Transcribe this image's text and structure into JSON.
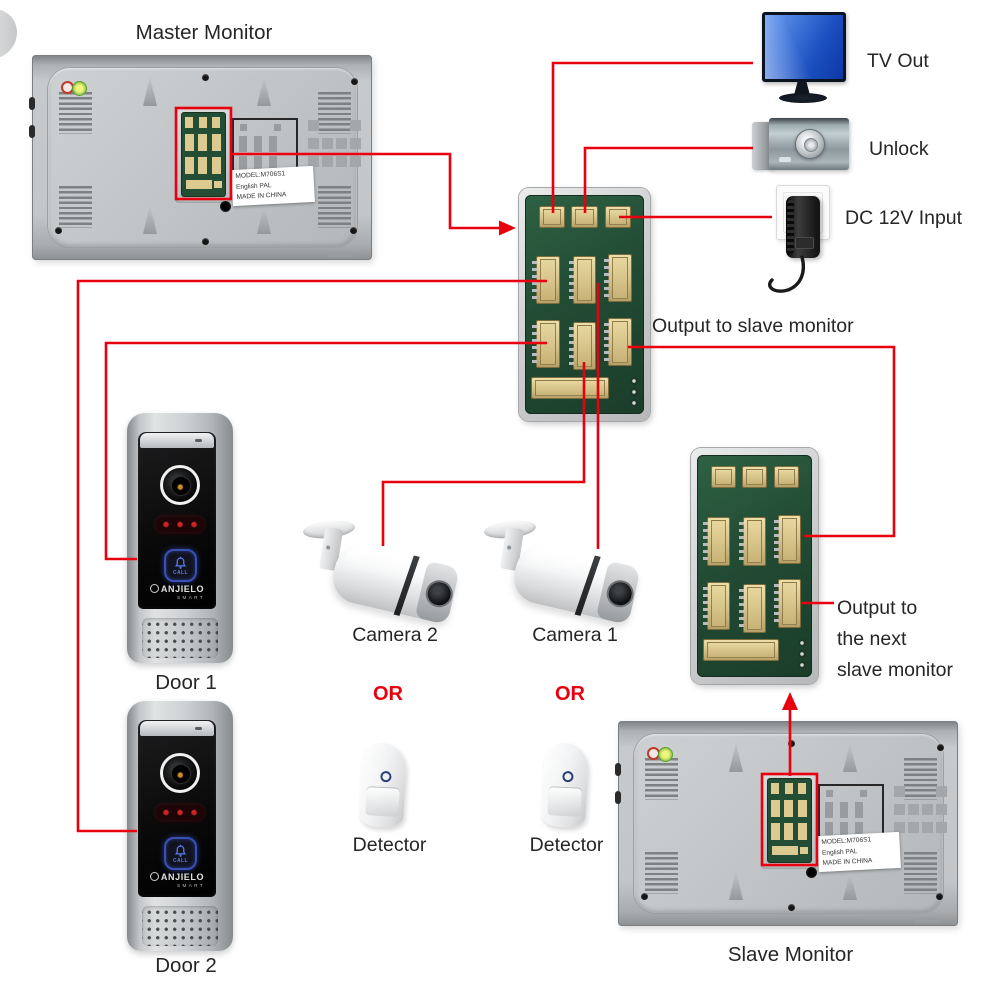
{
  "theme": {
    "accent_red": "#e8000f",
    "text_color": "#262626",
    "background": "#ffffff",
    "pcb_green": "#234d35",
    "connector_tan": "#d9c48b",
    "tv_screen_blue": "#2f66d8",
    "call_button_blue": "#5d79e8"
  },
  "master_monitor": {
    "title": "Master Monitor",
    "label_line1": "MODEL:M706S1",
    "label_line2": "English PAL",
    "label_line3": "MADE IN CHINA"
  },
  "slave_monitor": {
    "title": "Slave Monitor",
    "label_line1": "MODEL:M706S1",
    "label_line2": "English PAL",
    "label_line3": "MADE IN CHINA"
  },
  "peripherals": {
    "tv_out": "TV Out",
    "unlock": "Unlock",
    "dc_input": "DC 12V Input"
  },
  "connections": {
    "output_to_slave": "Output to slave monitor",
    "output_to_next_line1": "Output to",
    "output_to_next_line2": "the next",
    "output_to_next_line3": "slave monitor"
  },
  "door_stations": {
    "door1": "Door 1",
    "door2": "Door 2",
    "call_button": "CALL",
    "brand": "ANJIELO",
    "brand_sub": "SMART"
  },
  "cameras": {
    "camera1": "Camera 1",
    "camera2": "Camera 2"
  },
  "alternatives": {
    "or_left": "OR",
    "or_right": "OR"
  },
  "detectors": {
    "left": "Detector",
    "right": "Detector"
  }
}
